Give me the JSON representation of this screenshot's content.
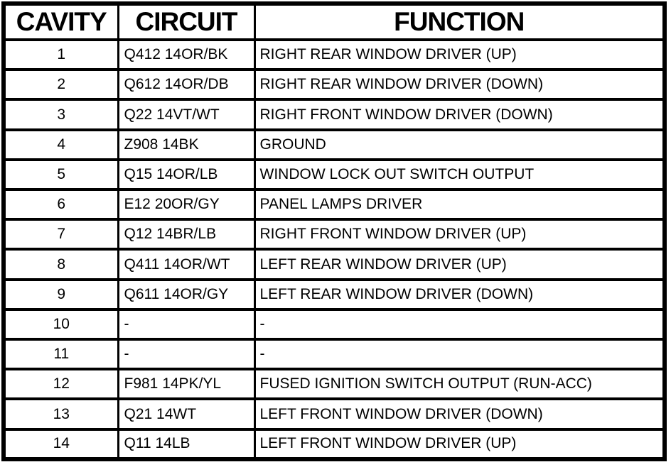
{
  "colors": {
    "border": "#000000",
    "background": "#ffffff",
    "text": "#000000"
  },
  "table": {
    "columns": [
      "CAVITY",
      "CIRCUIT",
      "FUNCTION"
    ],
    "rows": [
      {
        "cavity": "1",
        "circuit": "Q412 14OR/BK",
        "function": "RIGHT REAR WINDOW DRIVER (UP)"
      },
      {
        "cavity": "2",
        "circuit": "Q612 14OR/DB",
        "function": "RIGHT REAR WINDOW DRIVER (DOWN)"
      },
      {
        "cavity": "3",
        "circuit": "Q22 14VT/WT",
        "function": "RIGHT FRONT WINDOW DRIVER (DOWN)"
      },
      {
        "cavity": "4",
        "circuit": "Z908 14BK",
        "function": "GROUND"
      },
      {
        "cavity": "5",
        "circuit": "Q15 14OR/LB",
        "function": "WINDOW LOCK OUT SWITCH OUTPUT"
      },
      {
        "cavity": "6",
        "circuit": "E12 20OR/GY",
        "function": "PANEL LAMPS DRIVER"
      },
      {
        "cavity": "7",
        "circuit": "Q12 14BR/LB",
        "function": "RIGHT FRONT WINDOW DRIVER (UP)"
      },
      {
        "cavity": "8",
        "circuit": "Q411 14OR/WT",
        "function": "LEFT REAR WINDOW DRIVER (UP)"
      },
      {
        "cavity": "9",
        "circuit": "Q611 14OR/GY",
        "function": "LEFT REAR WINDOW DRIVER (DOWN)"
      },
      {
        "cavity": "10",
        "circuit": "-",
        "function": "-"
      },
      {
        "cavity": "11",
        "circuit": "-",
        "function": "-"
      },
      {
        "cavity": "12",
        "circuit": "F981 14PK/YL",
        "function": "FUSED IGNITION SWITCH OUTPUT (RUN-ACC)"
      },
      {
        "cavity": "13",
        "circuit": "Q21 14WT",
        "function": "LEFT FRONT WINDOW DRIVER (DOWN)"
      },
      {
        "cavity": "14",
        "circuit": "Q11 14LB",
        "function": "LEFT FRONT WINDOW DRIVER (UP)"
      }
    ]
  }
}
